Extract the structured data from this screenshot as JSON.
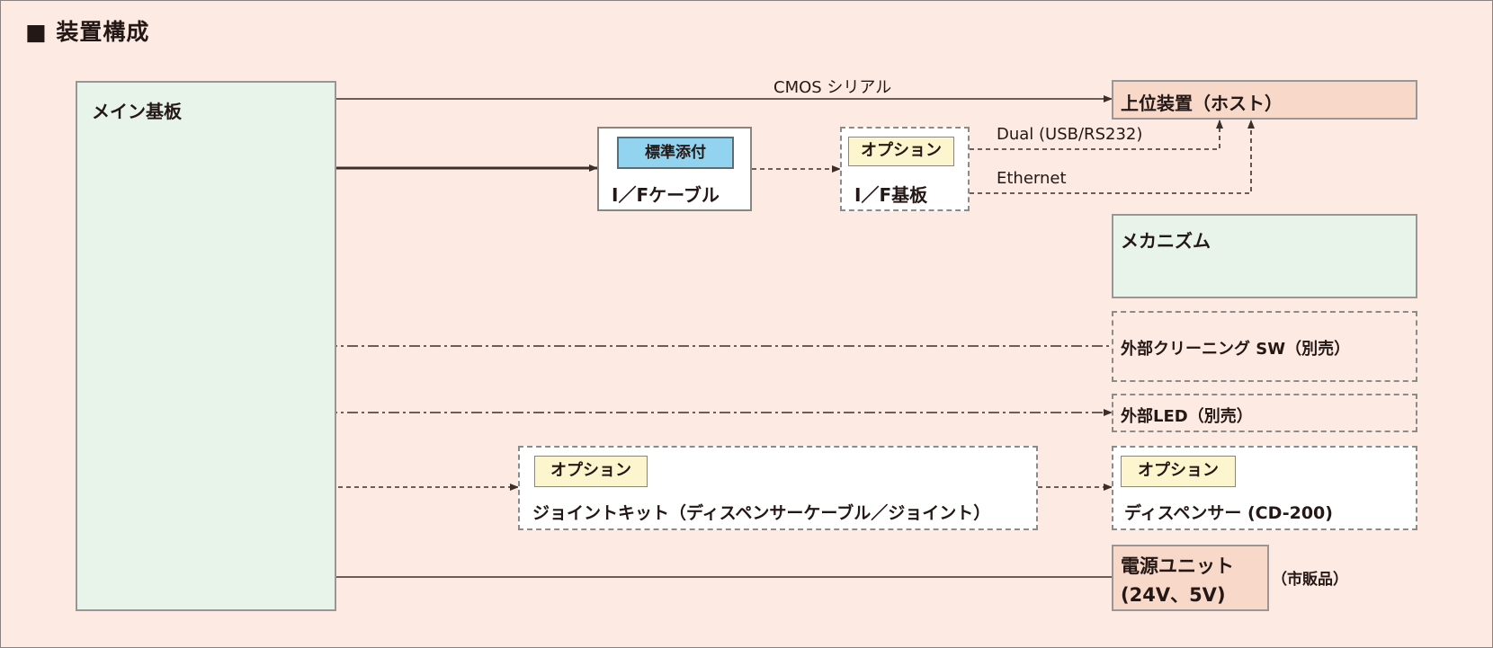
{
  "title": "■ 装置構成",
  "main_board": "メイン基板",
  "host": "上位装置（ホスト）",
  "cmos_serial": "CMOS シリアル",
  "std_tag": "標準添付",
  "if_cable": "I／Fケーブル",
  "option_tag": "オプション",
  "if_board": "I／F基板",
  "dual": "Dual (USB/RS232)",
  "ethernet": "Ethernet",
  "mechanism": "メカニズム",
  "cleaning_sw": "外部クリーニング SW（別売）",
  "ext_led": "外部LED（別売）",
  "joint_kit": "ジョイントキット（ディスペンサーケーブル／ジョイント）",
  "dispenser": "ディスペンサー (CD-200)",
  "power_line1": "電源ユニット",
  "power_line2": "(24V、5V)",
  "market": "（市販品）"
}
